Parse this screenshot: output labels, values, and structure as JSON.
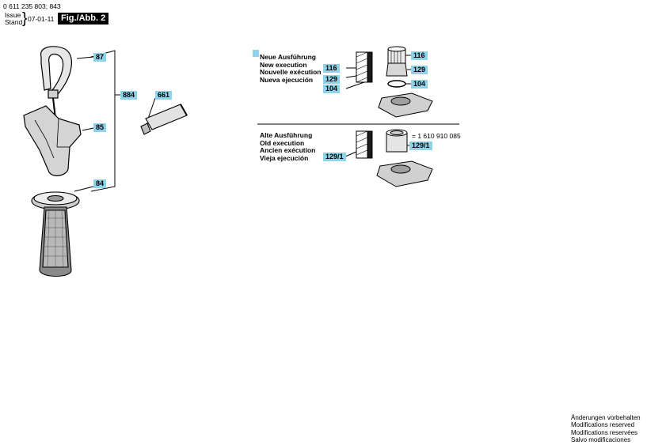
{
  "header": {
    "part_number": "0 611 235 803; 843",
    "issue_label": "Issue",
    "stand_label": "Stand",
    "date": "07-01-11",
    "figure": "Fig./Abb. 2"
  },
  "callouts": {
    "c87": "87",
    "c884": "884",
    "c661": "661",
    "c85": "85",
    "c84": "84",
    "c116a": "116",
    "c116b": "116",
    "c129a": "129",
    "c129b": "129",
    "c104a": "104",
    "c104b": "104",
    "c1291a": "129/1",
    "c1291b": "129/1"
  },
  "new_execution": [
    "Neue Ausführung",
    "New execution",
    "Nouvelle exécution",
    "Nueva ejecución"
  ],
  "old_execution": [
    "Alte Ausführung",
    "Old execution",
    "Ancien exécution",
    "Vieja ejecución"
  ],
  "old_part_number": "= 1 610 910 085",
  "footer": [
    "Änderungen vorbehalten",
    "Modifications reserved",
    "Modifications reservées",
    "Salvo modificaciones"
  ],
  "colors": {
    "callout": "#8fd3ea"
  }
}
